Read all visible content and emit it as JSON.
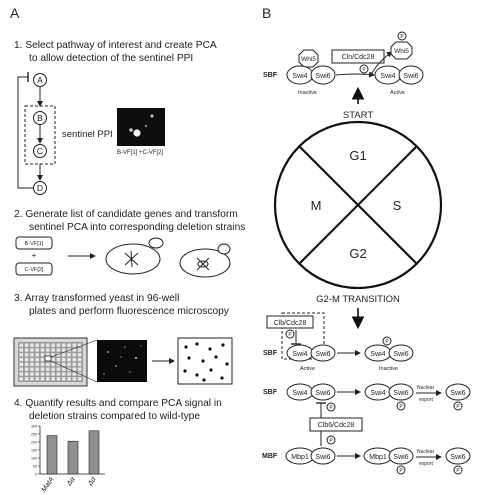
{
  "panels": {
    "a": "A",
    "b": "B"
  },
  "panel_a": {
    "step1": {
      "line1": "1. Select pathway of interest and create PCA",
      "line2": "to allow detection of the sentinel PPI"
    },
    "nodes": [
      "A",
      "B",
      "C",
      "D"
    ],
    "sentinel_label": "sentinel PPI",
    "micro_caption": "B-VF[1] +C-VF[2]",
    "step2": {
      "line1": "2. Generate list of candidate genes and transform",
      "line2": "sentinel PCA into corresponding deletion strains"
    },
    "box_top": "B-VF[1]",
    "plus": "+",
    "box_bottom": "C-VF[2]",
    "step3": {
      "line1": "3. Array transformed yeast in 96-well",
      "line2": "plates and perform fluorescence microscopy"
    },
    "step4": {
      "line1": "4. Quantify results and compare PCA signal in",
      "line2": "deletion strains compared to wild-type"
    },
    "bar_chart": {
      "categories": [
        "MatA",
        "Δα",
        "Δd"
      ],
      "values": [
        240,
        205,
        270
      ],
      "yticks": [
        "300",
        "250",
        "200",
        "150",
        "100",
        "50",
        "0"
      ],
      "ylim": [
        0,
        300
      ]
    }
  },
  "panel_b": {
    "whi5": "Whi5",
    "cln": "Cln/Cdc28",
    "p": "P",
    "sbf": "SBF",
    "mbf": "MBF",
    "swi4": "Swi4",
    "swi6": "Swi6",
    "mbp1": "Mbp1",
    "inactive": "Inactive",
    "active": "Active",
    "inactive_lower": "Inactive",
    "start": "START",
    "phases": {
      "g1": "G1",
      "s": "S",
      "g2": "G2",
      "m": "M"
    },
    "g2m": "G2-M TRANSITION",
    "clb_cdc28": "Clb/Cdc28",
    "clb6_cdc28": "Clb6/Cdc28",
    "nuclear": "Nuclear",
    "export": "export"
  }
}
